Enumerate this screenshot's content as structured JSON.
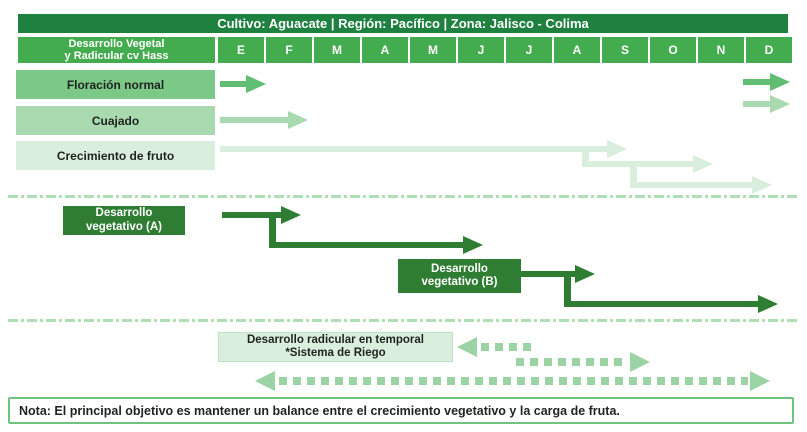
{
  "header": {
    "title": "Cultivo: Aguacate | Región: Pacífico | Zona: Jalisco - Colima",
    "row_group_label": "Desarrollo Vegetal\ny Radicular cv Hass",
    "months": [
      "E",
      "F",
      "M",
      "A",
      "M",
      "J",
      "J",
      "A",
      "S",
      "O",
      "N",
      "D"
    ]
  },
  "rows": {
    "floracion": "Floración normal",
    "cuajado": "Cuajado",
    "crecimiento": "Crecimiento de fruto"
  },
  "sections": {
    "veg_a": "Desarrollo\nvegetativo (A)",
    "veg_b": "Desarrollo\nvegetativo (B)",
    "radicular": "Desarrollo radicular en temporal\n*Sistema de Riego"
  },
  "note": "Nota: El principal objetivo es mantener un balance entre el crecimiento vegetativo y la carga de fruta.",
  "colors": {
    "bar_dark": "#1E8140",
    "month_green": "#43AC4E",
    "floracion_box": "#7CC987",
    "floracion_arrow": "#5FBE72",
    "cuajado": "#A9D9AF",
    "crec_light": "#D9EEDC",
    "veg_dark": "#2E7D32",
    "dotted_green": "#9CD3A4",
    "divider_green": "#AEDFB5",
    "note_border": "#70C37F",
    "radi_border": "#BCE3C2",
    "text_dark": "#1F2421"
  },
  "chart_data": {
    "type": "bar",
    "subtype": "gantt_phenology_timeline",
    "title": "Cultivo: Aguacate | Región: Pacífico | Zona: Jalisco - Colima",
    "group_label": "Desarrollo Vegetal y Radicular cv Hass",
    "x": {
      "categories": [
        "E",
        "F",
        "M",
        "A",
        "M",
        "J",
        "J",
        "A",
        "S",
        "O",
        "N",
        "D"
      ],
      "meaning": "meses del año enero a diciembre"
    },
    "legend_position": "none",
    "grid": false,
    "series": [
      {
        "name": "Floración normal",
        "style": "solid-arrow",
        "arrows": [
          {
            "month_span": [
              0,
              0
            ],
            "direction": "right"
          },
          {
            "month_span": [
              11,
              11
            ],
            "direction": "right"
          }
        ]
      },
      {
        "name": "Cuajado",
        "style": "solid-arrow",
        "arrows": [
          {
            "month_span": [
              0,
              1
            ],
            "direction": "right"
          },
          {
            "month_span": [
              11,
              11
            ],
            "direction": "right"
          }
        ]
      },
      {
        "name": "Crecimiento de fruto",
        "style": "solid-arrow",
        "layout": "cascading-steps",
        "arrows": [
          {
            "month_span": [
              0,
              8
            ],
            "direction": "right"
          },
          {
            "month_span": [
              7,
              10
            ],
            "direction": "right"
          },
          {
            "month_span": [
              8,
              11
            ],
            "direction": "right"
          }
        ]
      },
      {
        "name": "Desarrollo vegetativo (A)",
        "style": "stepped-arrow",
        "arrows": [
          {
            "month_span": [
              0,
              1
            ],
            "direction": "right"
          },
          {
            "month_span": [
              1,
              5
            ],
            "direction": "right"
          }
        ]
      },
      {
        "name": "Desarrollo vegetativo (B)",
        "style": "stepped-arrow",
        "arrows": [
          {
            "month_span": [
              6,
              7
            ],
            "direction": "right"
          },
          {
            "month_span": [
              7,
              11
            ],
            "direction": "right"
          }
        ]
      },
      {
        "name": "Desarrollo radicular en temporal *Sistema de Riego",
        "style": "dotted-arrow",
        "arrows": [
          {
            "month_span": [
              5,
              6
            ],
            "direction": "left"
          },
          {
            "month_span": [
              6,
              9
            ],
            "direction": "right"
          },
          {
            "month_span": [
              0,
              11
            ],
            "direction": "both"
          }
        ]
      }
    ],
    "note": "Nota: El principal objetivo es mantener un balance entre el crecimiento vegetativo y la carga de fruta."
  }
}
